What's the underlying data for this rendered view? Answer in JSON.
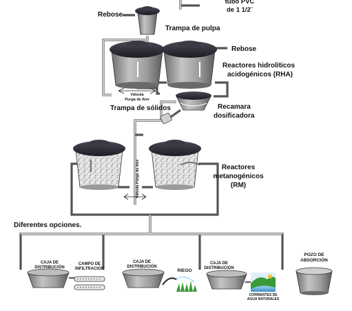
{
  "labels": {
    "pipe_title_1": "tubo PVC",
    "pipe_title_2": "de 1 1/2¨",
    "rebose_top": "Rebose",
    "trampa_pulpa": "Trampa de pulpa",
    "rebose_right": "Rebose",
    "rha_1": "Reactores hidrolíticos",
    "rha_2": "acidogénicos (RHA)",
    "valvula_1": "Válvula",
    "valvula_2": "Purga de Aire",
    "trampa_solidos": "Trampa de sólidos",
    "recamara_1": "Recamara",
    "recamara_2": "dosificadora",
    "valvula_vertical": "Válvula Purga de Aire",
    "rm_1": "Reactores",
    "rm_2": "metanogénicos",
    "rm_3": "(RM)",
    "opciones": "Diferentes opciones.",
    "caja1_1": "CAJA DE",
    "caja1_2": "DISTRIBUCIÓN",
    "campo_1": "CAMPO DE",
    "campo_2": "INFILTRACIÓN",
    "caja2_1": "CAJA DE",
    "caja2_2": "DISTRIBUCIÓN",
    "riego": "RIEGO",
    "caja3_1": "CAJA DE",
    "caja3_2": "DISTRIBUCIÓN",
    "corrientes_1": "CORRIENTES DE",
    "corrientes_2": "AGUA NATURALES",
    "pozo_1": "POZO DE",
    "pozo_2": "ABSORCIÓN"
  },
  "colors": {
    "lid": "#2b2b34",
    "tank": "#9a9a9a",
    "pipe": "#555555",
    "grass": "#3a9a3a",
    "water": "#3aa0d8"
  }
}
